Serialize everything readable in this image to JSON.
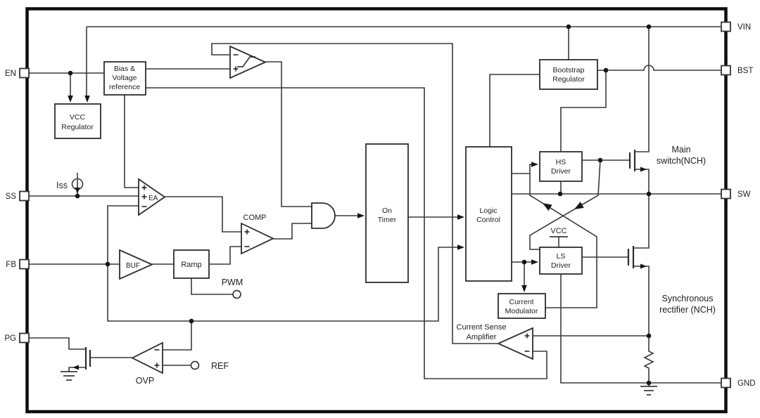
{
  "diagram_title": "Synchronous buck converter IC block diagram",
  "colors": {
    "background": "#ffffff",
    "wire": "#3a3a3a",
    "ic_border": "#0d0d0d",
    "text": "#1e1e1e"
  },
  "pins": {
    "left": [
      {
        "name": "EN"
      },
      {
        "name": "SS"
      },
      {
        "name": "FB"
      },
      {
        "name": "PG"
      }
    ],
    "right": [
      {
        "name": "VIN"
      },
      {
        "name": "BST"
      },
      {
        "name": "SW"
      },
      {
        "name": "GND"
      }
    ]
  },
  "blocks": {
    "bias": {
      "lines": [
        "Bias &",
        "Voltage",
        "reference"
      ]
    },
    "vcc_regulator": {
      "lines": [
        "VCC",
        "Regulator"
      ]
    },
    "bootstrap": {
      "lines": [
        "Bootstrap",
        "Regulator"
      ]
    },
    "hs_driver": {
      "lines": [
        "HS",
        "Driver"
      ]
    },
    "ls_driver": {
      "lines": [
        "LS",
        "Driver"
      ]
    },
    "logic_control": {
      "lines": [
        "Logic",
        "Control"
      ]
    },
    "on_timer": {
      "lines": [
        "On",
        "Timer"
      ]
    },
    "current_modulator": {
      "lines": [
        "Current",
        "Modulator"
      ]
    }
  },
  "amplifiers": {
    "ea": "EA",
    "buf": "BUF",
    "comp": "COMP",
    "ovp": "OVP"
  },
  "labels": {
    "iss": "Iss",
    "pwm": "PWM",
    "ref": "REF",
    "vcc": "VCC",
    "current_sense_amplifier": [
      "Current Sense",
      "Amplifier"
    ],
    "main_switch": [
      "Main",
      "switch(NCH)"
    ],
    "sync_rectifier": [
      "Synchronous",
      "rectifier (NCH)"
    ]
  }
}
